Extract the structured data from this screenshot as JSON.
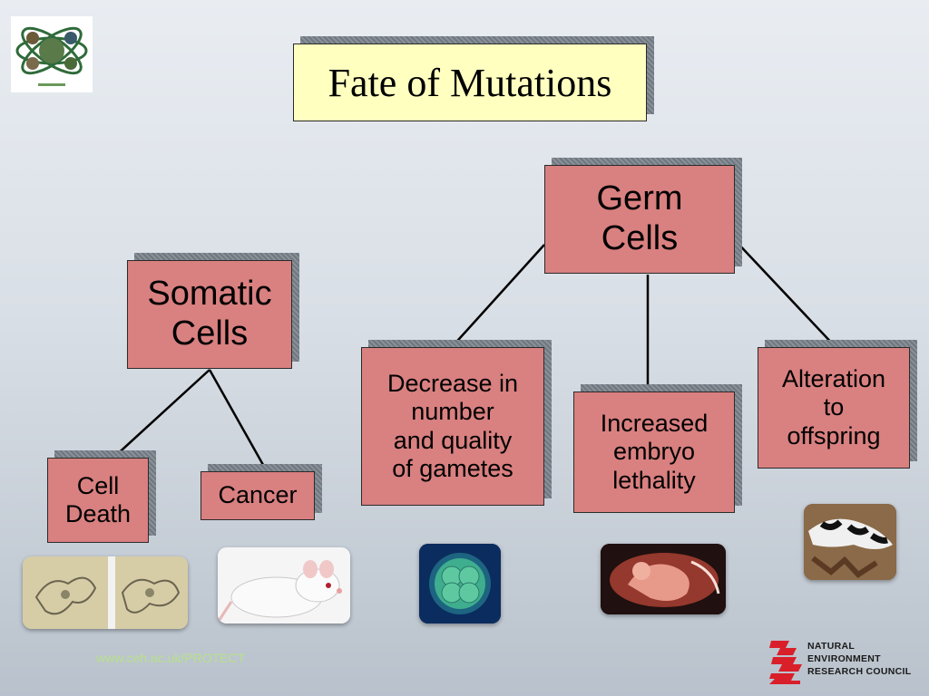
{
  "title": "Fate of Mutations",
  "germ_cells": {
    "line1": "Germ",
    "line2": "Cells"
  },
  "somatic_cells": {
    "line1": "Somatic",
    "line2": "Cells"
  },
  "decrease": {
    "line1": "Decrease in",
    "line2": "number",
    "line3": "and quality",
    "line4": "of gametes"
  },
  "increased": {
    "line1": "Increased",
    "line2": "embryo",
    "line3": "lethality"
  },
  "alteration": {
    "line1": "Alteration",
    "line2": "to",
    "line3": "offspring"
  },
  "cell_death": {
    "line1": "Cell",
    "line2": "Death"
  },
  "cancer": {
    "label": "Cancer"
  },
  "footer": {
    "link": "www.ceh.ac.uk/PROTECT"
  },
  "nerc": {
    "line1": "NATURAL",
    "line2": "ENVIRONMENT",
    "line3": "RESEARCH COUNCIL"
  },
  "colors": {
    "box_fill": "#d98080",
    "title_fill": "#ffffc0",
    "shadow": "#6f7780"
  }
}
